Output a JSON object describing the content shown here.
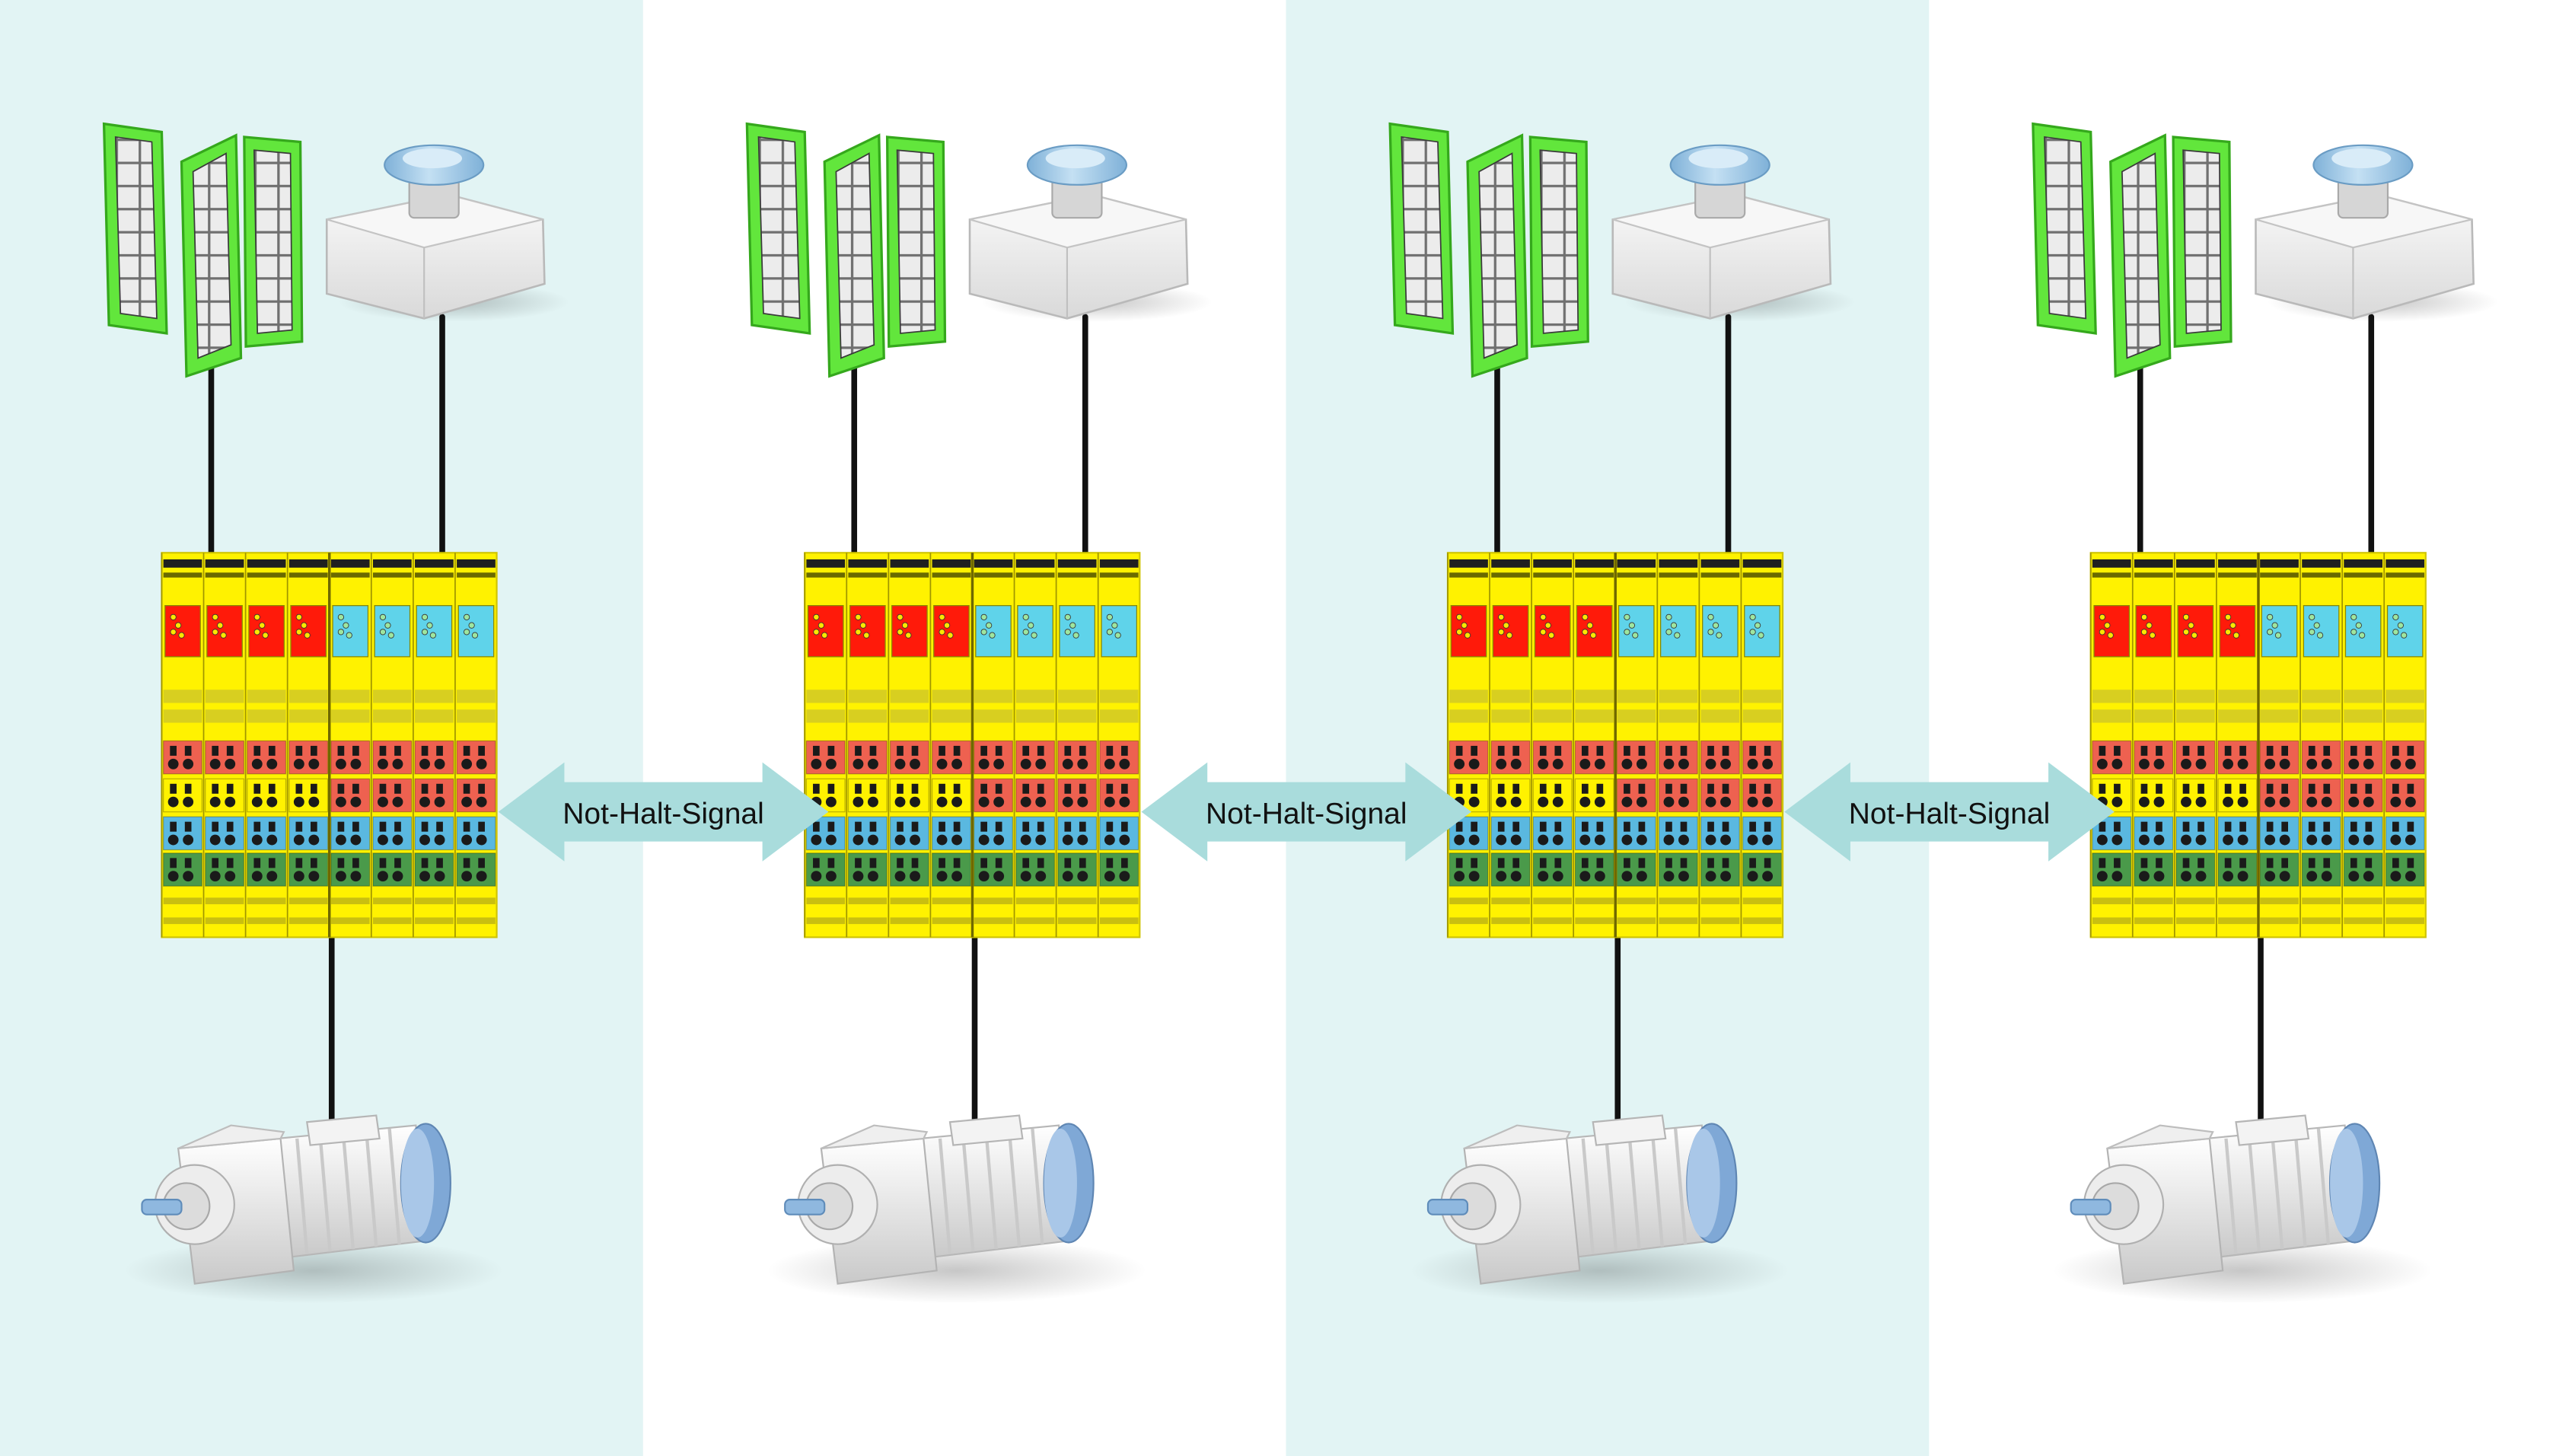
{
  "diagram": {
    "arrow_label": "Not-Halt-Signal",
    "zones": [
      {
        "id": "zone-1",
        "tint": "shaded"
      },
      {
        "id": "zone-2",
        "tint": "plain"
      },
      {
        "id": "zone-3",
        "tint": "shaded"
      },
      {
        "id": "zone-4",
        "tint": "plain"
      }
    ],
    "links": [
      {
        "from": "zone-1",
        "to": "zone-2",
        "label": "Not-Halt-Signal",
        "direction": "bidirectional"
      },
      {
        "from": "zone-2",
        "to": "zone-3",
        "label": "Not-Halt-Signal",
        "direction": "bidirectional"
      },
      {
        "from": "zone-3",
        "to": "zone-4",
        "label": "Not-Halt-Signal",
        "direction": "bidirectional"
      }
    ],
    "devices_per_zone": [
      "safety-light-curtain-icon",
      "emergency-stop-icon",
      "safety-relay-terminal-block-icon",
      "geared-motor-icon"
    ],
    "colors": {
      "zone_shaded": "#e2f4f4",
      "zone_plain": "#ffffff",
      "arrow_fill": "#a9dcdc",
      "curtain_frame": "#62e63c",
      "module_yellow": "#fff200",
      "module_red": "#ff1a0a",
      "module_cyan": "#5fd3ea",
      "terminal_red": "#ee6150",
      "terminal_blue": "#5ab8e0",
      "terminal_green": "#4a9a4a",
      "estop_cap": "#9fc8e6",
      "cable": "#111111"
    }
  }
}
